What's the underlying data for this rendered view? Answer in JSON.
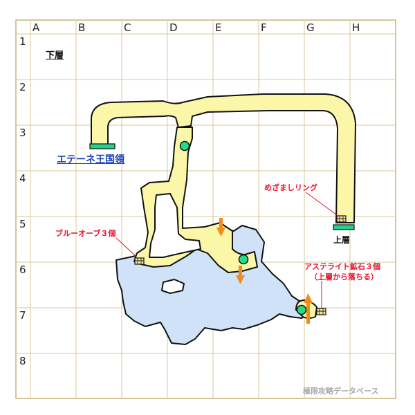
{
  "grid": {
    "columns": [
      "A",
      "B",
      "C",
      "D",
      "E",
      "F",
      "G",
      "H"
    ],
    "rows": [
      "1",
      "2",
      "3",
      "4",
      "5",
      "6",
      "7",
      "8"
    ],
    "line_color": "#d9c79b",
    "border_color": "#c9b27a"
  },
  "labels": {
    "floor": "下層",
    "region": "エテーネ王国領",
    "up_stairs": "上層",
    "credit": "極限攻略データベース"
  },
  "items": {
    "ring": "めざましリング",
    "blue_orb": "ブルーオーブ３個",
    "ore_line1": "アステライト鉱石３個",
    "ore_line2": "（上層から落ちる）"
  },
  "colors": {
    "path": "#fbf6a8",
    "water": "#cfe2f7",
    "outline": "#111111",
    "stairs": "#22d38c",
    "marker": "#22dd88",
    "arrow": "#f08c1c",
    "chest": "#f3e7a0",
    "red_text": "#e8102a",
    "region_text": "#1a3fbf"
  },
  "icons": [
    "treasure-chest-icon",
    "teleport-marker-icon",
    "down-arrow-icon",
    "up-arrow-icon",
    "stairs-icon"
  ]
}
